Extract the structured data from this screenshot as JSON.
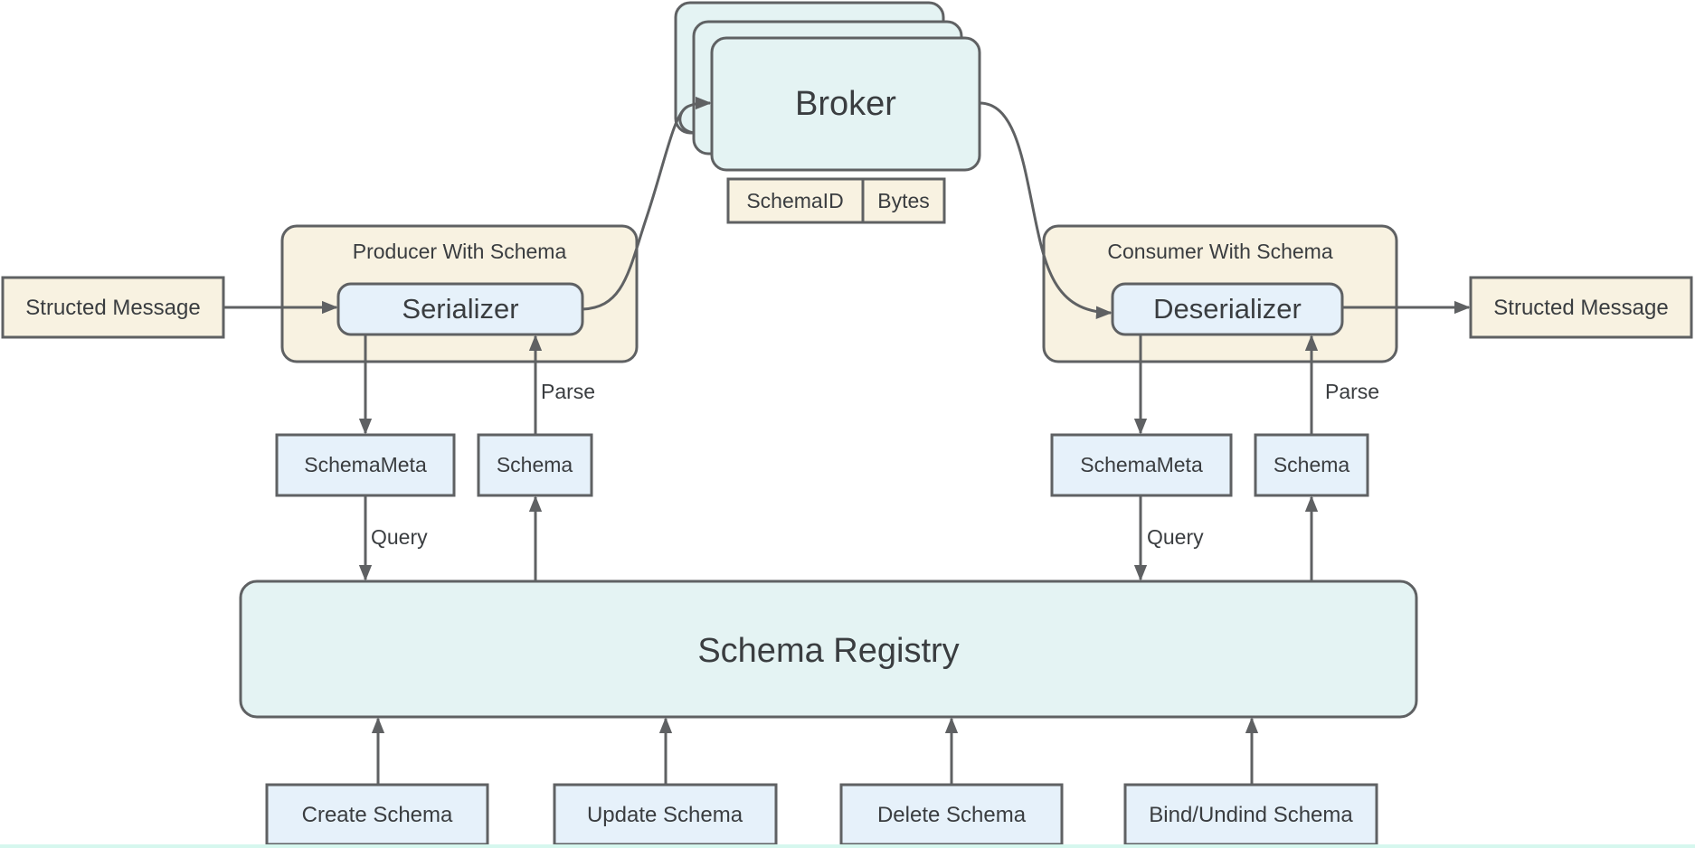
{
  "diagram": {
    "colors": {
      "stroke": "#5f6163",
      "text": "#3a3d40",
      "teal_fill": "#e4f3f3",
      "blue_fill": "#e6f1fa",
      "cream_fill": "#f8f2e1",
      "bottom_line": "#d6f7ee"
    },
    "broker": {
      "label": "Broker"
    },
    "message_format": {
      "fields": [
        "SchemaID",
        "Bytes"
      ]
    },
    "producer": {
      "title": "Producer With Schema",
      "component": "Serializer",
      "input": "Structed Message",
      "meta_box": "SchemaMeta",
      "schema_box": "Schema",
      "query_label": "Query",
      "parse_label": "Parse"
    },
    "consumer": {
      "title": "Consumer With Schema",
      "component": "Deserializer",
      "output": "Structed Message",
      "meta_box": "SchemaMeta",
      "schema_box": "Schema",
      "query_label": "Query",
      "parse_label": "Parse"
    },
    "registry": {
      "label": "Schema Registry"
    },
    "operations": [
      {
        "label": "Create Schema"
      },
      {
        "label": "Update Schema"
      },
      {
        "label": "Delete Schema"
      },
      {
        "label": "Bind/Undind Schema"
      }
    ]
  }
}
